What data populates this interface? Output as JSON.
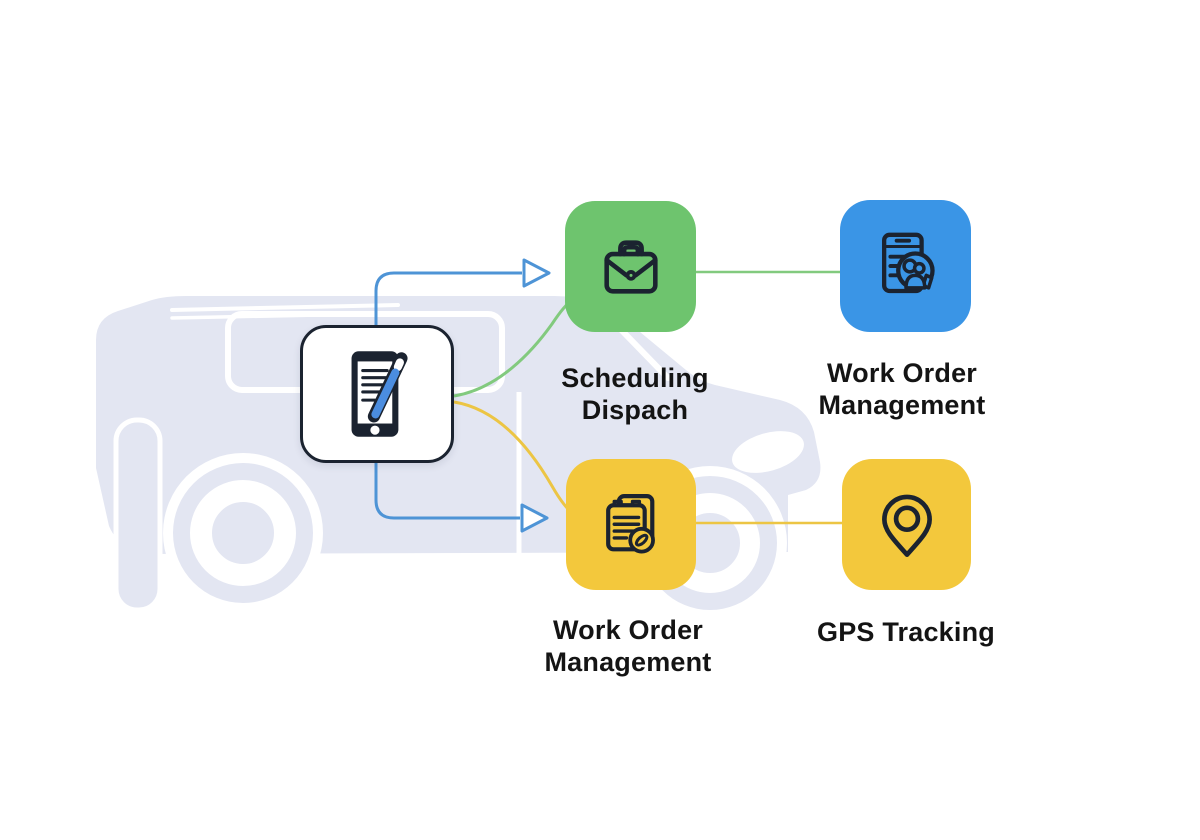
{
  "diagram": {
    "type": "field-service workflow infographic",
    "background_motif": "delivery van silhouette",
    "center": {
      "icon": "tablet-with-stylus"
    },
    "nodes": [
      {
        "label": "Scheduling Dispach",
        "icon": "briefcase",
        "color": "#6ec46e"
      },
      {
        "label": "Work Order Management",
        "icon": "document-team",
        "color": "#3a95e6"
      },
      {
        "label": "Work Order Management",
        "icon": "clipboard-pen",
        "color": "#f3c83c"
      },
      {
        "label": "GPS Tracking",
        "icon": "map-pin",
        "color": "#f3c83c"
      }
    ],
    "connectors": [
      {
        "from": "device",
        "to": "scheduling-dispach",
        "style": "blue-arrow"
      },
      {
        "from": "device",
        "to": "work-order-bottom",
        "style": "blue-arrow"
      },
      {
        "from": "device",
        "to": "scheduling-dispach",
        "style": "green-curve"
      },
      {
        "from": "device",
        "to": "work-order-bottom",
        "style": "yellow-curve"
      },
      {
        "from": "scheduling-dispach",
        "to": "work-order-top",
        "style": "green-line"
      },
      {
        "from": "work-order-bottom",
        "to": "gps-tracking",
        "style": "yellow-line"
      }
    ]
  },
  "colors": {
    "green": "#6ec46e",
    "blue": "#3a95e6",
    "yellow": "#f3c83c",
    "line-blue": "#4e94d6",
    "line-green": "#82ca7e",
    "line-yellow": "#ecc544",
    "ink": "#1b2330",
    "van": "#e3e6f2",
    "pen-blue": "#4b8de0",
    "label-text": "#141414"
  }
}
